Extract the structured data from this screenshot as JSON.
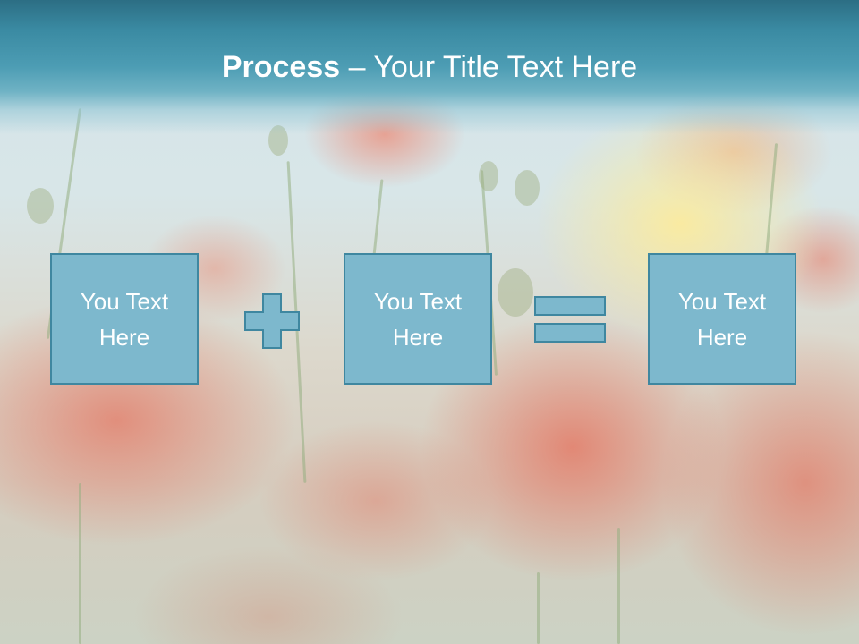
{
  "slide": {
    "title_bold": "Process",
    "title_rest": " – Your Title Text Here"
  },
  "process": {
    "boxes": [
      {
        "line1": "You Text",
        "line2": "Here"
      },
      {
        "line1": "You Text",
        "line2": "Here"
      },
      {
        "line1": "You Text",
        "line2": "Here"
      }
    ],
    "operators": [
      "plus-icon",
      "equals-icon"
    ]
  },
  "colors": {
    "title_bar": "#3a8aa2",
    "box_fill": "#7db8cd",
    "box_border": "#3f87a0",
    "text": "#ffffff"
  }
}
